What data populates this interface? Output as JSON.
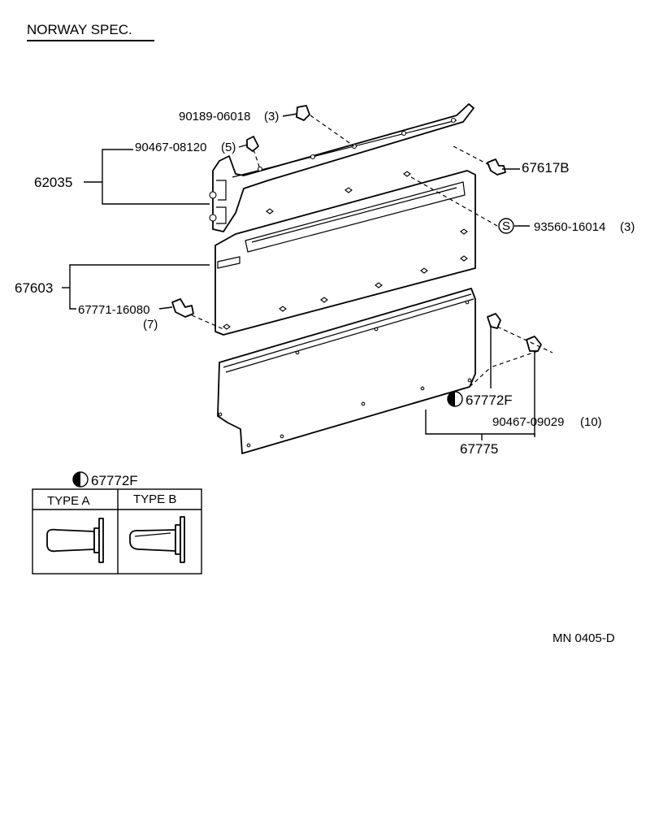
{
  "header": {
    "title": "NORWAY SPEC."
  },
  "parts": {
    "p1": {
      "number": "90189-06018",
      "qty": "(3)"
    },
    "p2": {
      "number": "90467-08120",
      "qty": "(5)"
    },
    "p3": {
      "number": "62035"
    },
    "p4": {
      "number": "67617B"
    },
    "p5": {
      "number": "93560-16014",
      "qty": "(3)",
      "symbol": "S"
    },
    "p6": {
      "number": "67603"
    },
    "p7": {
      "number": "67771-16080",
      "qty": "(7)"
    },
    "p8": {
      "number": "67772F"
    },
    "p9": {
      "number": "90467-09029",
      "qty": "(10)"
    },
    "p10": {
      "number": "67775"
    }
  },
  "legend": {
    "part_number": "67772F",
    "type_a": "TYPE A",
    "type_b": "TYPE B"
  },
  "footer": {
    "code": "MN 0405-D"
  }
}
